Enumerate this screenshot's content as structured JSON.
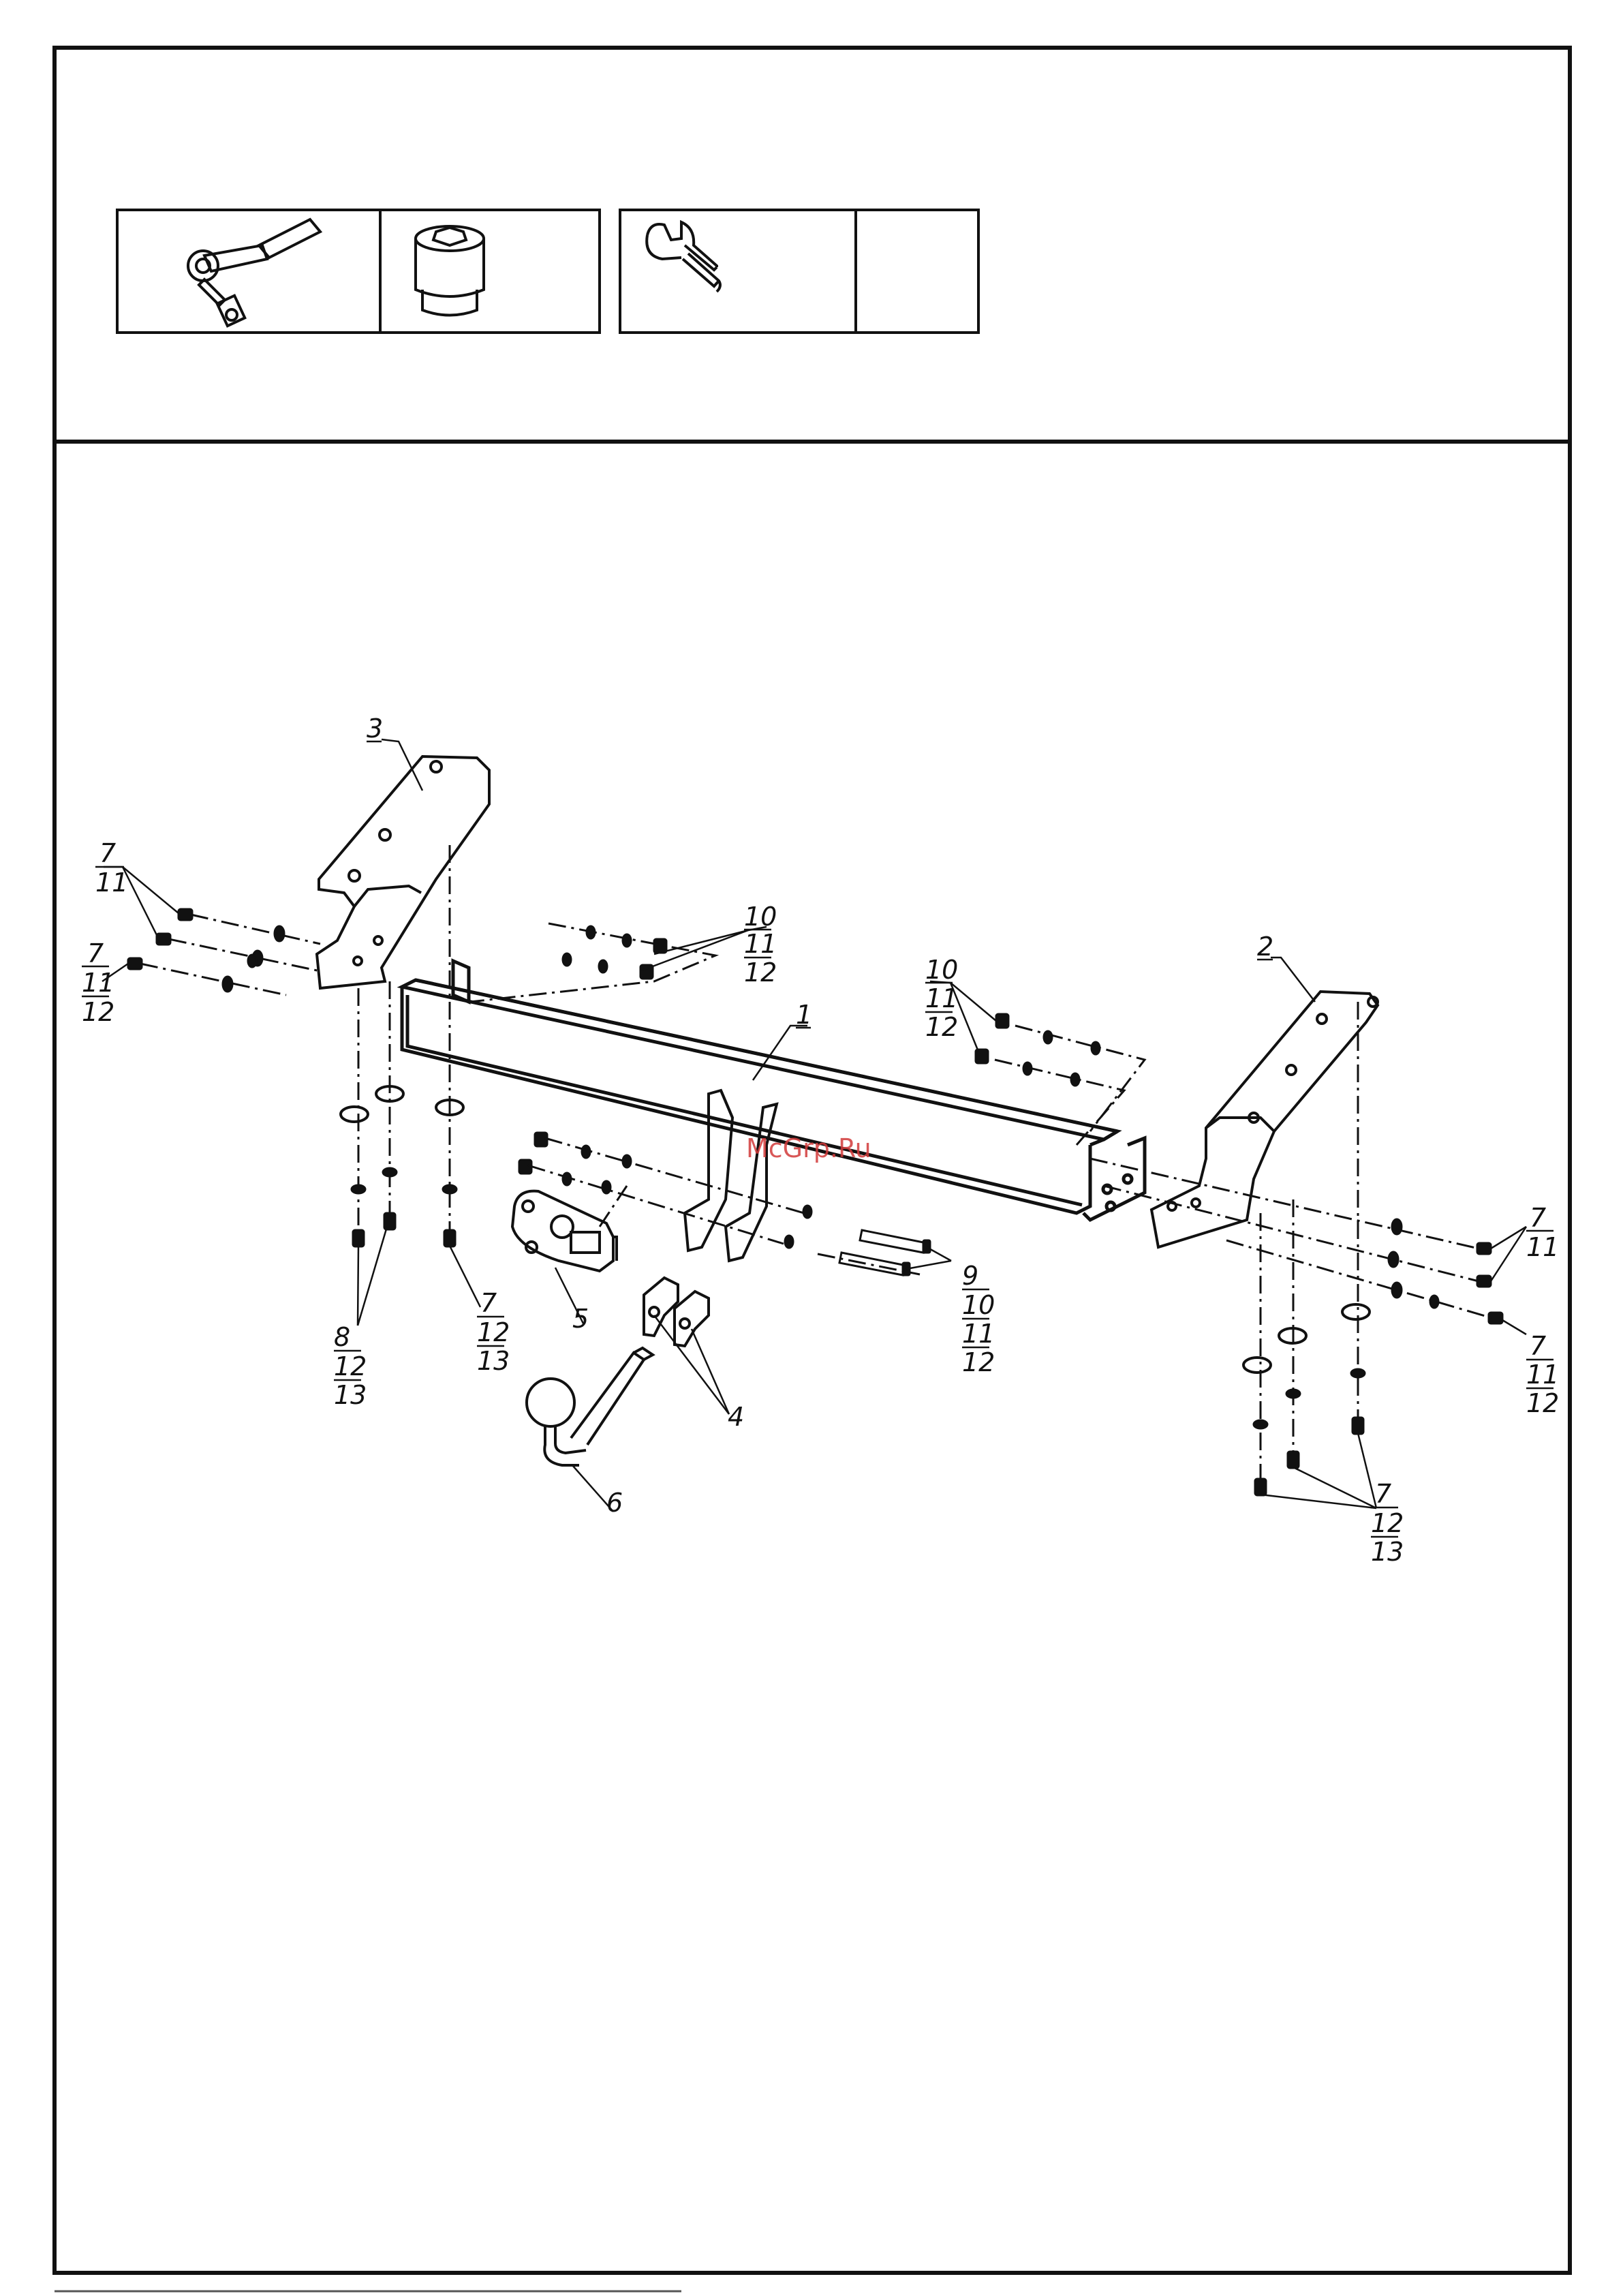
{
  "watermark": "McGrp.Ru",
  "tools": [
    {
      "icon": "ratchet-wrench-icon"
    },
    {
      "icon": "socket-head-icon"
    },
    {
      "icon": "open-end-wrench-icon"
    },
    {
      "icon": "empty-tool-slot"
    }
  ],
  "callouts": {
    "bracket_left": [
      "3"
    ],
    "bracket_right": [
      "2"
    ],
    "crossbar": [
      "1"
    ],
    "left_bolts_a": [
      "7",
      "11"
    ],
    "left_bolts_b": [
      "7",
      "11",
      "12"
    ],
    "left_nuts": [
      "10",
      "11",
      "12"
    ],
    "center_nuts": [
      "10",
      "11",
      "12"
    ],
    "left_bottom_a": [
      "8",
      "12",
      "13"
    ],
    "left_bottom_b": [
      "7",
      "12",
      "13"
    ],
    "socket_plate": [
      "5"
    ],
    "center_bolts": [
      "9",
      "10",
      "11",
      "12"
    ],
    "spacers": [
      "4"
    ],
    "towball": [
      "6"
    ],
    "right_bolts_a": [
      "7",
      "11"
    ],
    "right_bolts_b": [
      "7",
      "11",
      "12"
    ],
    "right_bottom": [
      "7",
      "12",
      "13"
    ]
  }
}
